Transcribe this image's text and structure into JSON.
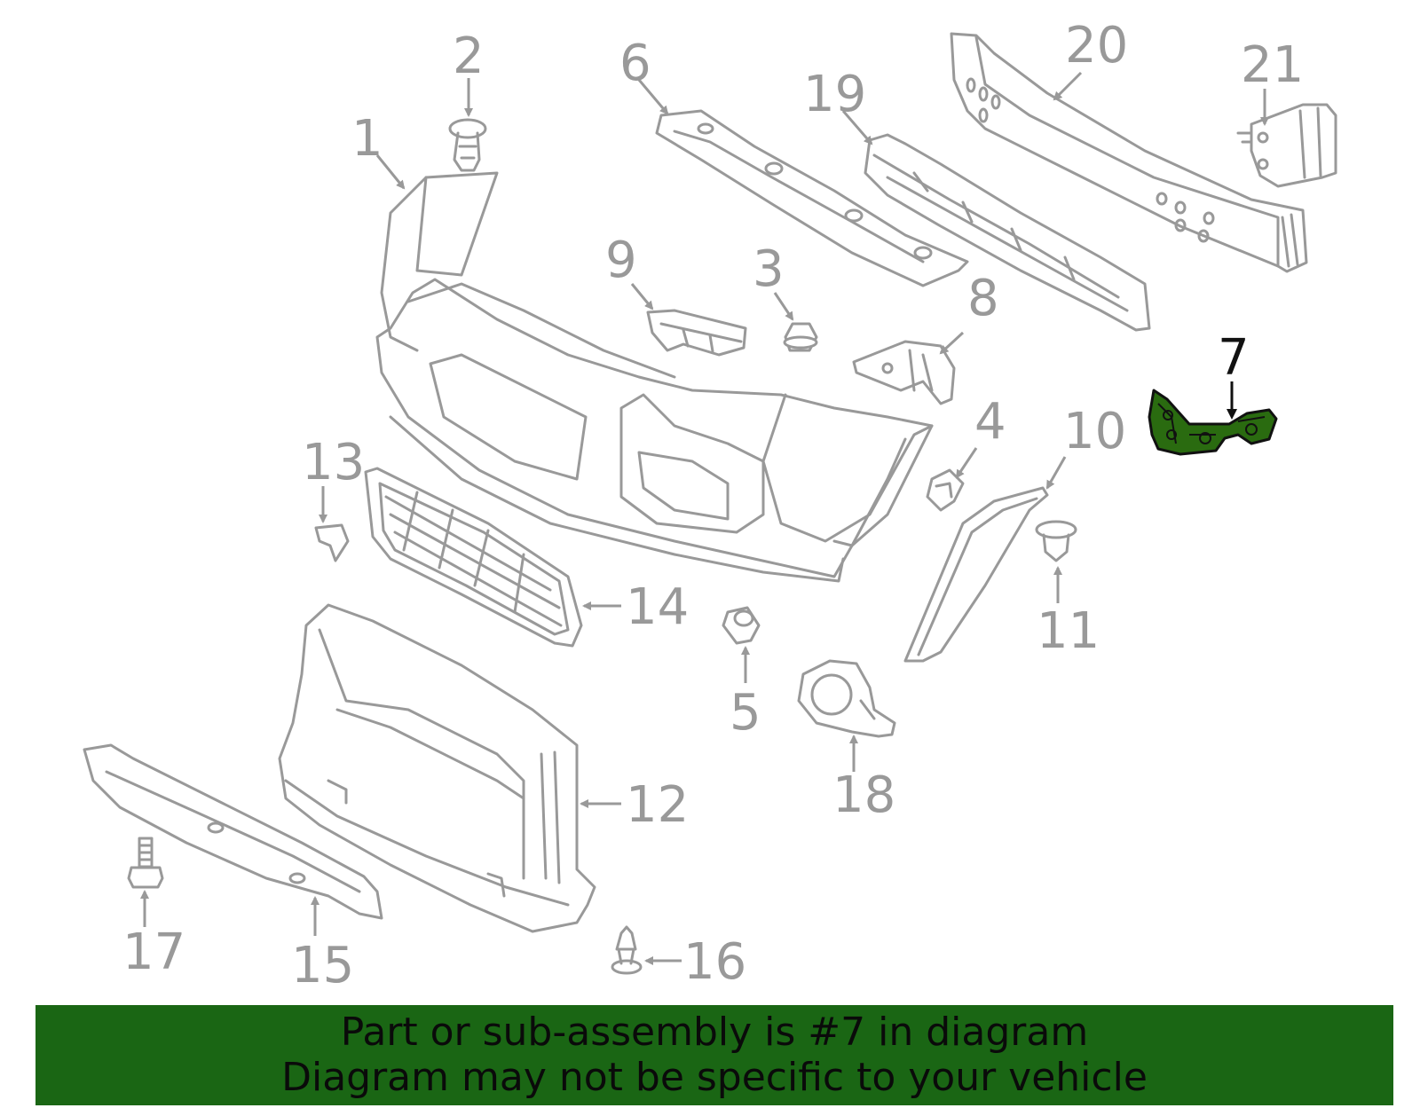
{
  "callouts": {
    "n1": "1",
    "n2": "2",
    "n3": "3",
    "n4": "4",
    "n5": "5",
    "n6": "6",
    "n7": "7",
    "n8": "8",
    "n9": "9",
    "n10": "10",
    "n11": "11",
    "n12": "12",
    "n13": "13",
    "n14": "14",
    "n15": "15",
    "n16": "16",
    "n17": "17",
    "n18": "18",
    "n19": "19",
    "n20": "20",
    "n21": "21"
  },
  "highlighted_part": "7",
  "banner": {
    "line1": "Part or sub-assembly is #7 in diagram",
    "line2": "Diagram may not be specific to your vehicle"
  },
  "colors": {
    "banner_background": "#1a6614",
    "highlight_fill": "#2a6b10",
    "line_gray": "#999999"
  }
}
